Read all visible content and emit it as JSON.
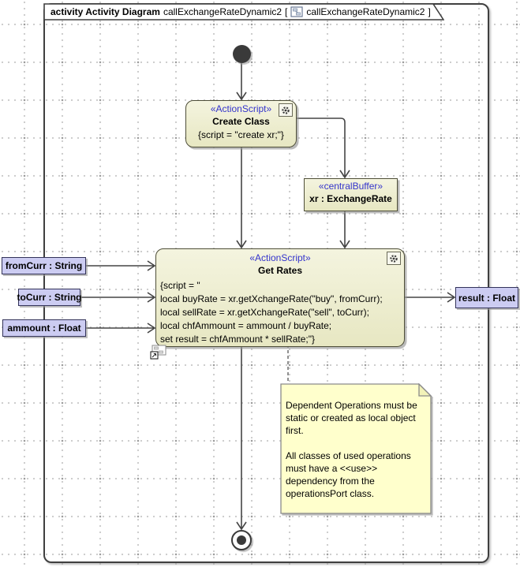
{
  "frame": {
    "title_bold": "activity Activity Diagram",
    "name": "callExchangeRateDynamic2",
    "bracket_open": "[",
    "ref_name": "callExchangeRateDynamic2",
    "bracket_close": "]"
  },
  "nodes": {
    "create_class": {
      "stereotype": "«ActionScript»",
      "name": "Create Class",
      "script": "{script = \"create xr;\"}"
    },
    "central_buffer": {
      "stereotype": "«centralBuffer»",
      "name": "xr : ExchangeRate"
    },
    "get_rates": {
      "stereotype": "«ActionScript»",
      "name": "Get Rates",
      "script_lines": [
        "{script = \"",
        "local buyRate = xr.getXchangeRate(\"buy\", fromCurr);",
        "local sellRate = xr.getXchangeRate(\"sell\", toCurr);",
        "local chfAmmount = ammount / buyRate;",
        "set result = chfAmmount * sellRate;\"}"
      ]
    }
  },
  "pins": {
    "from_curr": "fromCurr : String",
    "to_curr": "toCurr : String",
    "ammount": "ammount : Float",
    "result": "result : Float"
  },
  "note": {
    "lines": [
      "Dependent Operations must be",
      "static or created as local object",
      "first.",
      "",
      "All classes of used operations",
      "must have a <<use>>",
      "dependency from the",
      "operationsPort class."
    ]
  },
  "colors": {
    "node_fill": "#EBEBC9",
    "node_border": "#4E4E38",
    "stereotype_text": "#3434CC",
    "pin_fill": "#CCCCF2",
    "pin_border": "#33335A",
    "note_fill": "#FFFFCC",
    "edge": "#454545",
    "frame_border": "#3F3F3F",
    "grid_dot": "#C9C9C9"
  }
}
